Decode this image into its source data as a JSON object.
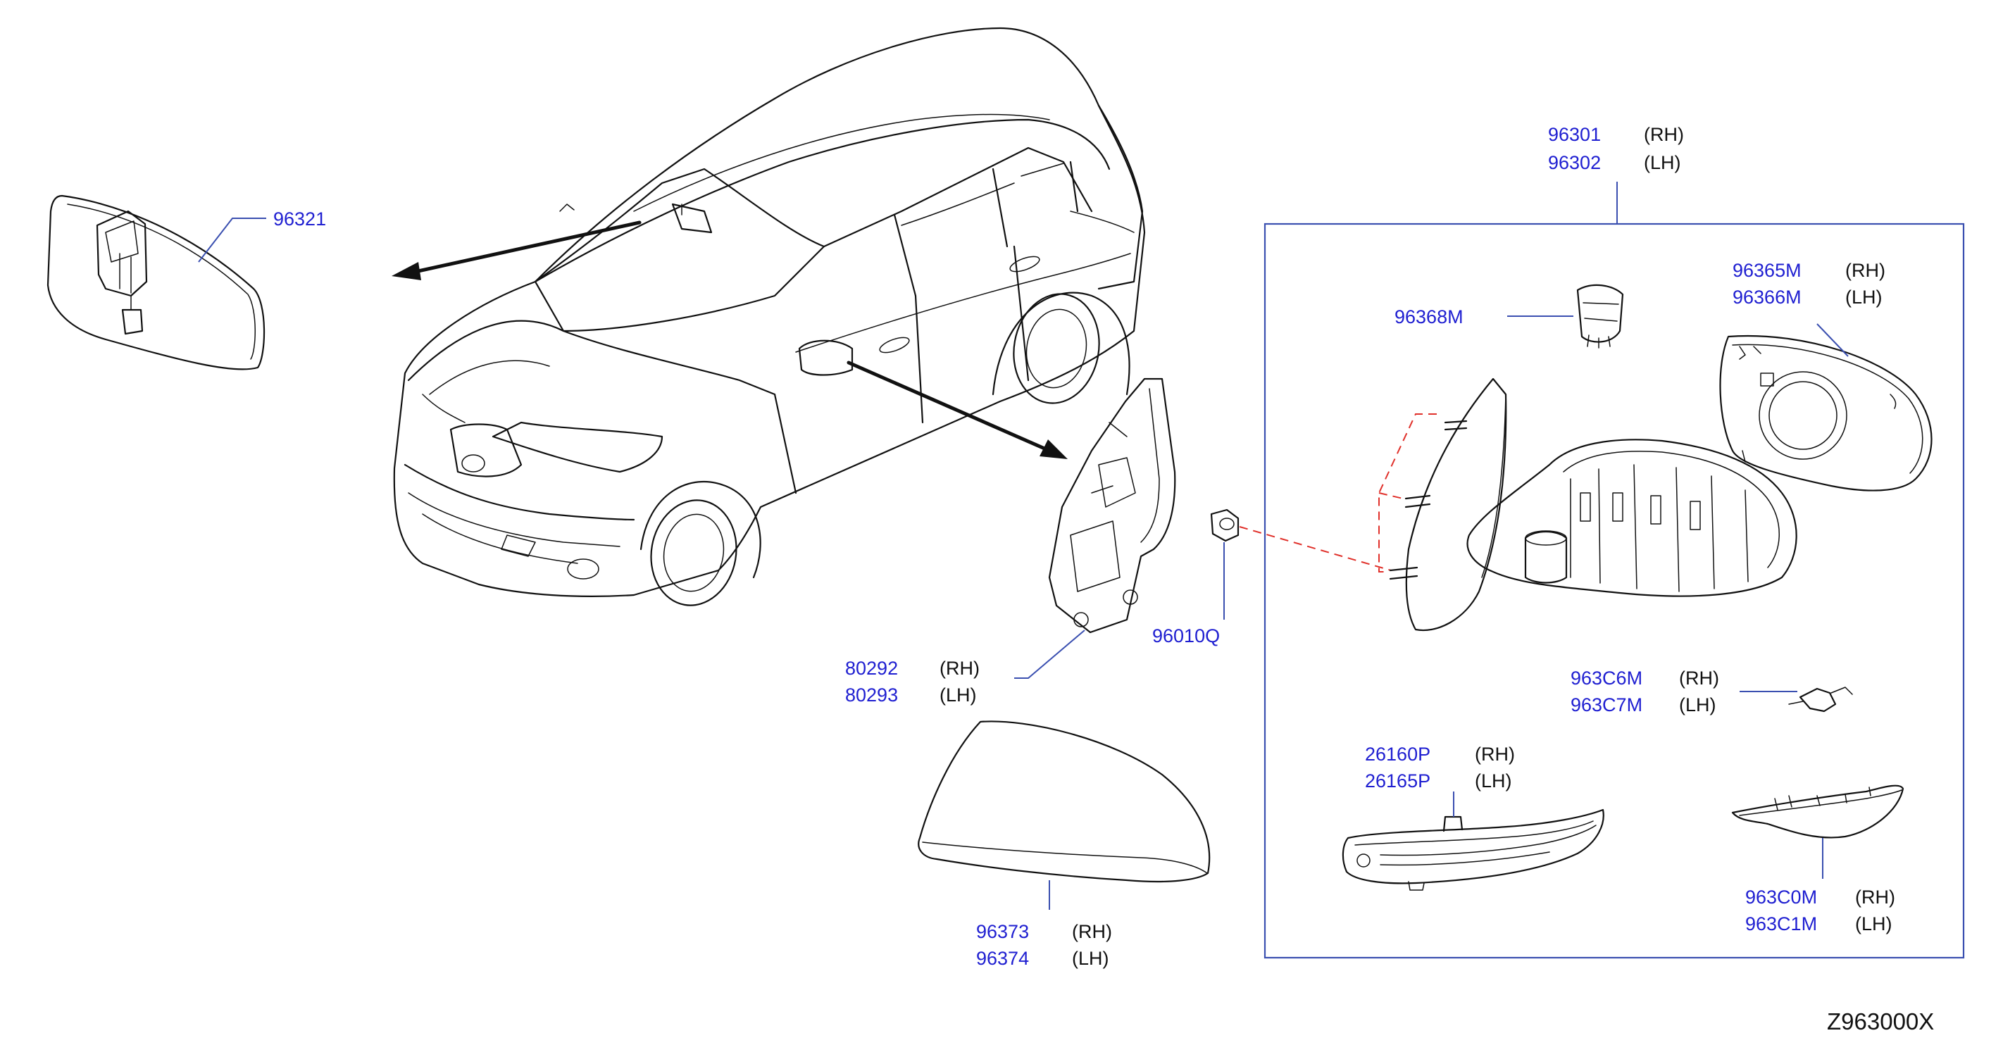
{
  "diagram_code": "Z963000X",
  "parts": {
    "rearview_mirror": {
      "number": "96321"
    },
    "door_mirror_assy": {
      "rh_number": "96301",
      "rh_side": "(RH)",
      "lh_number": "96302",
      "lh_side": "(LH)"
    },
    "mirror_glass": {
      "rh_number": "96365M",
      "rh_side": "(RH)",
      "lh_number": "96366M",
      "lh_side": "(LH)"
    },
    "actuator": {
      "number": "96368M"
    },
    "nut": {
      "number": "96010Q"
    },
    "finisher": {
      "rh_number": "80292",
      "rh_side": "(RH)",
      "lh_number": "80293",
      "lh_side": "(LH)"
    },
    "mirror_cover": {
      "rh_number": "96373",
      "rh_side": "(RH)",
      "lh_number": "96374",
      "lh_side": "(LH)"
    },
    "harness": {
      "rh_number": "963C6M",
      "rh_side": "(RH)",
      "lh_number": "963C7M",
      "lh_side": "(LH)"
    },
    "turn_lamp": {
      "rh_number": "26160P",
      "rh_side": "(RH)",
      "lh_number": "26165P",
      "lh_side": "(LH)"
    },
    "lower_cover": {
      "rh_number": "963C0M",
      "rh_side": "(RH)",
      "lh_number": "963C1M",
      "lh_side": "(LH)"
    }
  }
}
